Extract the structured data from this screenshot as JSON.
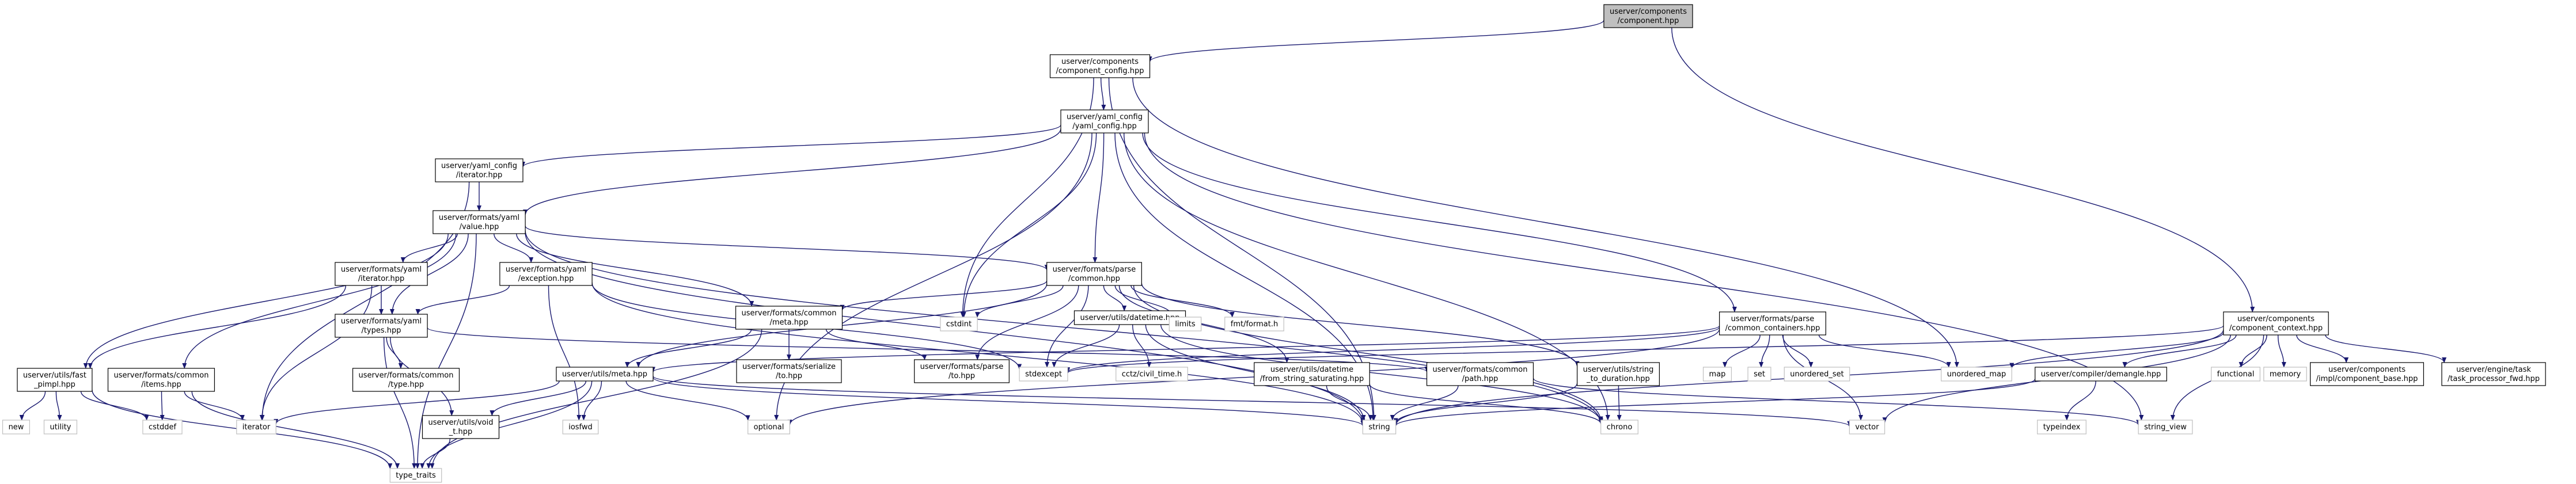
{
  "colors": {
    "edge": "#191970",
    "root_fill": "#bfbfbf",
    "border": "#000000",
    "external_border": "#bfbfbf"
  },
  "nodes": [
    {
      "id": "component_hpp",
      "lines": [
        "userver/components",
        "/component.hpp"
      ],
      "root": true
    },
    {
      "id": "component_config",
      "lines": [
        "userver/components",
        "/component_config.hpp"
      ]
    },
    {
      "id": "yaml_config",
      "lines": [
        "userver/yaml_config",
        "/yaml_config.hpp"
      ]
    },
    {
      "id": "component_context",
      "lines": [
        "userver/components",
        "/component_context.hpp"
      ]
    },
    {
      "id": "yaml_iterator",
      "lines": [
        "userver/yaml_config",
        "/iterator.hpp"
      ]
    },
    {
      "id": "yaml_value",
      "lines": [
        "userver/formats/yaml",
        "/value.hpp"
      ]
    },
    {
      "id": "fy_iterator",
      "lines": [
        "userver/formats/yaml",
        "/iterator.hpp"
      ]
    },
    {
      "id": "fy_exception",
      "lines": [
        "userver/formats/yaml",
        "/exception.hpp"
      ]
    },
    {
      "id": "parse_common",
      "lines": [
        "userver/formats/parse",
        "/common.hpp"
      ]
    },
    {
      "id": "fy_types",
      "lines": [
        "userver/formats/yaml",
        "/types.hpp"
      ]
    },
    {
      "id": "fc_meta",
      "lines": [
        "userver/formats/common",
        "/meta.hpp"
      ]
    },
    {
      "id": "utils_datetime",
      "lines": [
        "userver/utils/datetime.hpp"
      ]
    },
    {
      "id": "parse_containers",
      "lines": [
        "userver/formats/parse",
        "/common_containers.hpp"
      ]
    },
    {
      "id": "fast_pimpl",
      "lines": [
        "userver/utils/fast",
        "_pimpl.hpp"
      ]
    },
    {
      "id": "fc_items",
      "lines": [
        "userver/formats/common",
        "/items.hpp"
      ]
    },
    {
      "id": "fc_type",
      "lines": [
        "userver/formats/common",
        "/type.hpp"
      ]
    },
    {
      "id": "serialize_to",
      "lines": [
        "userver/formats/serialize",
        "/to.hpp"
      ]
    },
    {
      "id": "parse_to",
      "lines": [
        "userver/formats/parse",
        "/to.hpp"
      ]
    },
    {
      "id": "utils_meta",
      "lines": [
        "userver/utils/meta.hpp"
      ]
    },
    {
      "id": "from_string_saturating",
      "lines": [
        "userver/utils/datetime",
        "/from_string_saturating.hpp"
      ]
    },
    {
      "id": "fc_path",
      "lines": [
        "userver/formats/common",
        "/path.hpp"
      ]
    },
    {
      "id": "string_to_duration",
      "lines": [
        "userver/utils/string",
        "_to_duration.hpp"
      ]
    },
    {
      "id": "compiler_demangle",
      "lines": [
        "userver/compiler/demangle.hpp"
      ]
    },
    {
      "id": "component_base",
      "lines": [
        "userver/components",
        "/impl/component_base.hpp"
      ]
    },
    {
      "id": "task_processor_fwd",
      "lines": [
        "userver/engine/task",
        "/task_processor_fwd.hpp"
      ]
    },
    {
      "id": "utils_void_t",
      "lines": [
        "userver/utils/void",
        "_t.hpp"
      ]
    },
    {
      "id": "cstdint",
      "lines": [
        "cstdint"
      ],
      "external": true
    },
    {
      "id": "limits",
      "lines": [
        "limits"
      ],
      "external": true
    },
    {
      "id": "fmt_format",
      "lines": [
        "fmt/format.h"
      ],
      "external": true
    },
    {
      "id": "stdexcept",
      "lines": [
        "stdexcept"
      ],
      "external": true
    },
    {
      "id": "cctz",
      "lines": [
        "cctz/civil_time.h"
      ],
      "external": true
    },
    {
      "id": "map",
      "lines": [
        "map"
      ],
      "external": true
    },
    {
      "id": "set",
      "lines": [
        "set"
      ],
      "external": true
    },
    {
      "id": "unordered_set",
      "lines": [
        "unordered_set"
      ],
      "external": true
    },
    {
      "id": "unordered_map",
      "lines": [
        "unordered_map"
      ],
      "external": true
    },
    {
      "id": "functional",
      "lines": [
        "functional"
      ],
      "external": true
    },
    {
      "id": "memory",
      "lines": [
        "memory"
      ],
      "external": true
    },
    {
      "id": "new",
      "lines": [
        "new"
      ],
      "external": true
    },
    {
      "id": "utility",
      "lines": [
        "utility"
      ],
      "external": true
    },
    {
      "id": "cstddef",
      "lines": [
        "cstddef"
      ],
      "external": true
    },
    {
      "id": "iterator",
      "lines": [
        "iterator"
      ],
      "external": true
    },
    {
      "id": "iosfwd",
      "lines": [
        "iosfwd"
      ],
      "external": true
    },
    {
      "id": "optional",
      "lines": [
        "optional"
      ],
      "external": true
    },
    {
      "id": "string",
      "lines": [
        "string"
      ],
      "external": true
    },
    {
      "id": "chrono",
      "lines": [
        "chrono"
      ],
      "external": true
    },
    {
      "id": "vector",
      "lines": [
        "vector"
      ],
      "external": true
    },
    {
      "id": "typeindex",
      "lines": [
        "typeindex"
      ],
      "external": true
    },
    {
      "id": "string_view",
      "lines": [
        "string_view"
      ],
      "external": true
    },
    {
      "id": "type_traits",
      "lines": [
        "type_traits"
      ],
      "external": true
    }
  ],
  "edges": [
    [
      "component_hpp",
      "component_config"
    ],
    [
      "component_hpp",
      "component_context"
    ],
    [
      "component_config",
      "yaml_config"
    ],
    [
      "component_config",
      "cstdint"
    ],
    [
      "component_config",
      "string"
    ],
    [
      "component_config",
      "unordered_map"
    ],
    [
      "yaml_config",
      "yaml_iterator"
    ],
    [
      "yaml_config",
      "yaml_value"
    ],
    [
      "yaml_config",
      "parse_common"
    ],
    [
      "yaml_config",
      "parse_containers"
    ],
    [
      "yaml_config",
      "cstdint"
    ],
    [
      "yaml_config",
      "optional"
    ],
    [
      "yaml_config",
      "string"
    ],
    [
      "yaml_config",
      "chrono"
    ],
    [
      "yaml_config",
      "string_view"
    ],
    [
      "yaml_iterator",
      "yaml_value"
    ],
    [
      "yaml_iterator",
      "iterator"
    ],
    [
      "yaml_value",
      "fy_iterator"
    ],
    [
      "yaml_value",
      "fy_exception"
    ],
    [
      "yaml_value",
      "fy_types"
    ],
    [
      "yaml_value",
      "parse_common"
    ],
    [
      "yaml_value",
      "fc_meta"
    ],
    [
      "yaml_value",
      "fast_pimpl"
    ],
    [
      "yaml_value",
      "fc_items"
    ],
    [
      "yaml_value",
      "string"
    ],
    [
      "yaml_value",
      "chrono"
    ],
    [
      "yaml_value",
      "type_traits"
    ],
    [
      "fy_iterator",
      "fy_types"
    ],
    [
      "fy_iterator",
      "fast_pimpl"
    ],
    [
      "fy_iterator",
      "iterator"
    ],
    [
      "fy_exception",
      "fy_types"
    ],
    [
      "fy_exception",
      "iosfwd"
    ],
    [
      "fy_exception",
      "stdexcept"
    ],
    [
      "fy_exception",
      "string"
    ],
    [
      "fy_types",
      "fc_type"
    ],
    [
      "fy_types",
      "fc_path"
    ],
    [
      "fy_types",
      "utils_void_t"
    ],
    [
      "fy_types",
      "type_traits"
    ],
    [
      "parse_common",
      "cstdint"
    ],
    [
      "parse_common",
      "limits"
    ],
    [
      "parse_common",
      "fmt_format"
    ],
    [
      "parse_common",
      "stdexcept"
    ],
    [
      "parse_common",
      "fc_meta"
    ],
    [
      "parse_common",
      "utils_datetime"
    ],
    [
      "parse_common",
      "parse_to"
    ],
    [
      "parse_common",
      "utils_meta"
    ],
    [
      "parse_common",
      "from_string_saturating"
    ],
    [
      "parse_common",
      "string_to_duration"
    ],
    [
      "parse_common",
      "chrono"
    ],
    [
      "fc_meta",
      "serialize_to"
    ],
    [
      "fc_meta",
      "parse_to"
    ],
    [
      "fc_meta",
      "utils_meta"
    ],
    [
      "fc_meta",
      "type_traits"
    ],
    [
      "utils_datetime",
      "stdexcept"
    ],
    [
      "utils_datetime",
      "cctz"
    ],
    [
      "utils_datetime",
      "string"
    ],
    [
      "utils_datetime",
      "chrono"
    ],
    [
      "parse_containers",
      "map"
    ],
    [
      "parse_containers",
      "set"
    ],
    [
      "parse_containers",
      "unordered_set"
    ],
    [
      "parse_containers",
      "unordered_map"
    ],
    [
      "parse_containers",
      "vector"
    ],
    [
      "parse_containers",
      "optional"
    ],
    [
      "parse_containers",
      "utils_meta"
    ],
    [
      "parse_containers",
      "stdexcept"
    ],
    [
      "fast_pimpl",
      "new"
    ],
    [
      "fast_pimpl",
      "utility"
    ],
    [
      "fast_pimpl",
      "cstddef"
    ],
    [
      "fast_pimpl",
      "type_traits"
    ],
    [
      "fc_items",
      "cstddef"
    ],
    [
      "fc_items",
      "iterator"
    ],
    [
      "fc_items",
      "type_traits"
    ],
    [
      "utils_meta",
      "iosfwd"
    ],
    [
      "utils_meta",
      "iterator"
    ],
    [
      "utils_meta",
      "optional"
    ],
    [
      "utils_meta",
      "type_traits"
    ],
    [
      "utils_meta",
      "vector"
    ],
    [
      "utils_meta",
      "utils_void_t"
    ],
    [
      "utils_meta",
      "string"
    ],
    [
      "utils_void_t",
      "type_traits"
    ],
    [
      "from_string_saturating",
      "string"
    ],
    [
      "from_string_saturating",
      "chrono"
    ],
    [
      "fc_path",
      "string"
    ],
    [
      "fc_path",
      "string_view"
    ],
    [
      "string_to_duration",
      "string"
    ],
    [
      "string_to_duration",
      "chrono"
    ],
    [
      "component_context",
      "functional"
    ],
    [
      "component_context",
      "memory"
    ],
    [
      "component_context",
      "stdexcept"
    ],
    [
      "component_context",
      "string"
    ],
    [
      "component_context",
      "string_view"
    ],
    [
      "component_context",
      "unordered_map"
    ],
    [
      "component_context",
      "vector"
    ],
    [
      "component_context",
      "compiler_demangle"
    ],
    [
      "component_context",
      "component_base"
    ],
    [
      "component_context",
      "task_processor_fwd"
    ],
    [
      "compiler_demangle",
      "string"
    ],
    [
      "compiler_demangle",
      "typeindex"
    ]
  ]
}
